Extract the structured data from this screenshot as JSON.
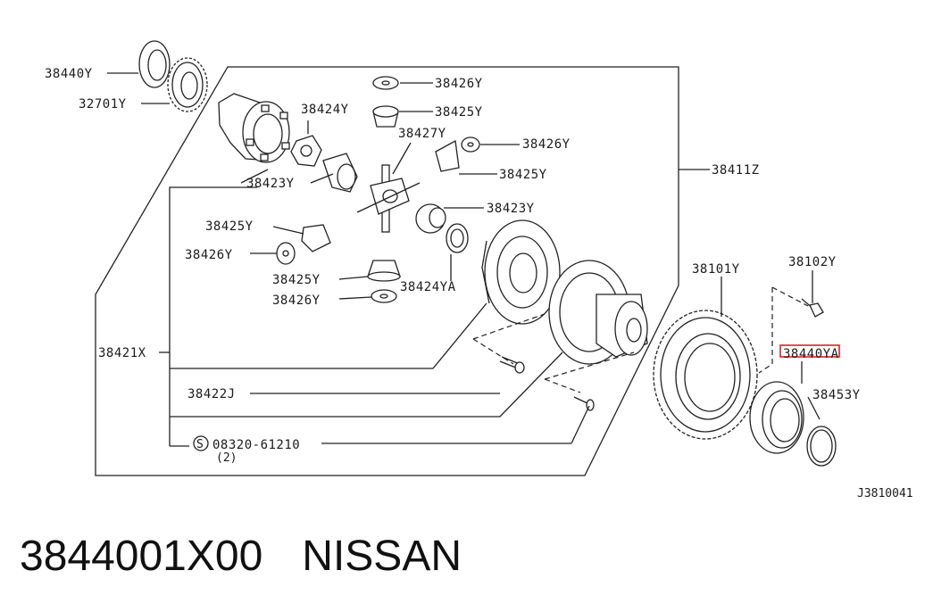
{
  "diagram": {
    "labels": {
      "l38440Y": "38440Y",
      "l32701Y": "32701Y",
      "l38426Y_a": "38426Y",
      "l38424Y": "38424Y",
      "l38425Y_a": "38425Y",
      "l38427Y": "38427Y",
      "l38426Y_b": "38426Y",
      "l38425Y_b": "38425Y",
      "l38411Z": "38411Z",
      "l38423Y_a": "38423Y",
      "l38423Y_b": "38423Y",
      "l38425Y_c": "38425Y",
      "l38426Y_c": "38426Y",
      "l38425Y_d": "38425Y",
      "l38424YA": "38424YA",
      "l38426Y_d": "38426Y",
      "l38421X": "38421X",
      "l38422J": "38422J",
      "l08320": "08320-61210",
      "l08320_qty": "(2)",
      "s_symbol": "S",
      "l38101Y": "38101Y",
      "l38102Y": "38102Y",
      "l38440YA": "38440YA",
      "l38453Y": "38453Y"
    },
    "diagram_code": "J3810041",
    "highlight_color": "#e02020"
  },
  "caption": {
    "part_number": "3844001X00",
    "brand": "NISSAN"
  }
}
